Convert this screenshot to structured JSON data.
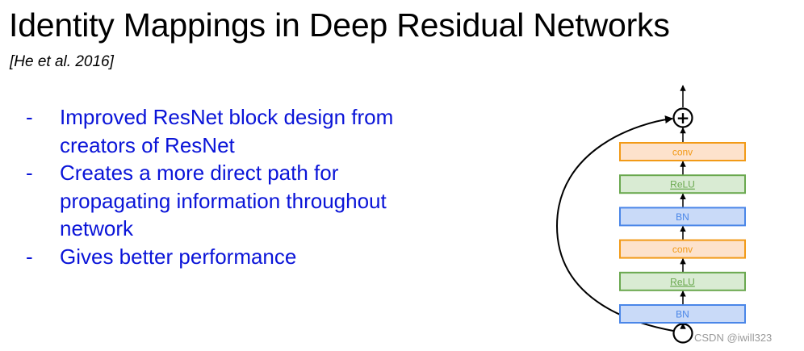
{
  "slide": {
    "title": "Identity Mappings in Deep Residual Networks",
    "citation": "[He et al. 2016]"
  },
  "bullets": [
    {
      "dash": "-",
      "text": "Improved ResNet block design from creators of ResNet"
    },
    {
      "dash": "-",
      "text": "Creates a more direct path for propagating information throughout network"
    },
    {
      "dash": "-",
      "text": "Gives better performance"
    }
  ],
  "diagram": {
    "add_symbol": "+",
    "layers": [
      {
        "label": "conv",
        "kind": "conv"
      },
      {
        "label": "ReLU",
        "kind": "relu"
      },
      {
        "label": "BN",
        "kind": "bn"
      },
      {
        "label": "conv",
        "kind": "conv"
      },
      {
        "label": "ReLU",
        "kind": "relu"
      },
      {
        "label": "BN",
        "kind": "bn"
      }
    ],
    "colors": {
      "conv_fill": "#fde2cc",
      "conv_stroke": "#f29a17",
      "conv_text": "#f29a17",
      "relu_fill": "#d9ebd3",
      "relu_stroke": "#6aa84f",
      "relu_text": "#6aa84f",
      "bn_fill": "#c9daf8",
      "bn_stroke": "#4a86e8",
      "bn_text": "#4a86e8"
    }
  },
  "watermark": "CSDN @iwill323"
}
